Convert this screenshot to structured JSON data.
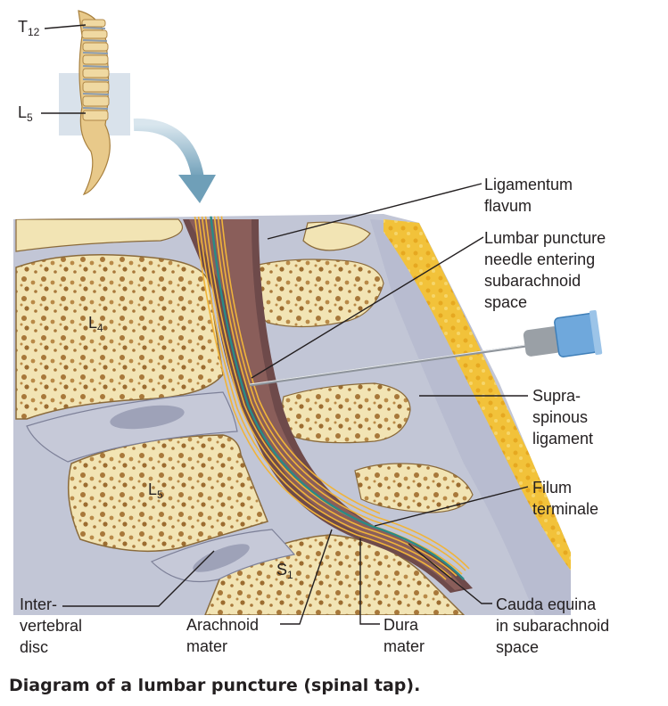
{
  "caption": "Diagram of a lumbar puncture (spinal tap).",
  "colors": {
    "bone": "#f2e4b4",
    "spongy_bone": "#a8783a",
    "disc": "#c6c9d8",
    "ligament": "#b8bcd0",
    "fat": "#f2c23a",
    "dura": "#6e4a4a",
    "nerves": "#f0b43a",
    "filum": "#2a8a86",
    "needle_hub": "#6fa8dc",
    "arrow": "#8fb4c6"
  },
  "spine_labels": {
    "t12": {
      "main": "T",
      "sub": "12"
    },
    "l5": {
      "main": "L",
      "sub": "5"
    }
  },
  "vertebra_labels": {
    "l4": {
      "main": "L",
      "sub": "4"
    },
    "l5": {
      "main": "L",
      "sub": "5"
    },
    "s1": {
      "main": "S",
      "sub": "1"
    }
  },
  "labels": {
    "ligamentum_flavum": [
      "Ligamentum",
      "flavum"
    ],
    "needle": [
      "Lumbar puncture",
      "needle entering",
      "subarachnoid",
      "space"
    ],
    "supraspinous": [
      "Supra-",
      "spinous",
      "ligament"
    ],
    "filum": [
      "Filum",
      "terminale"
    ],
    "cauda": [
      "Cauda equina",
      "in subarachnoid",
      "space"
    ],
    "disc": [
      "Inter-",
      "vertebral",
      "disc"
    ],
    "arachnoid": [
      "Arachnoid",
      "mater"
    ],
    "dura": [
      "Dura",
      "mater"
    ]
  }
}
